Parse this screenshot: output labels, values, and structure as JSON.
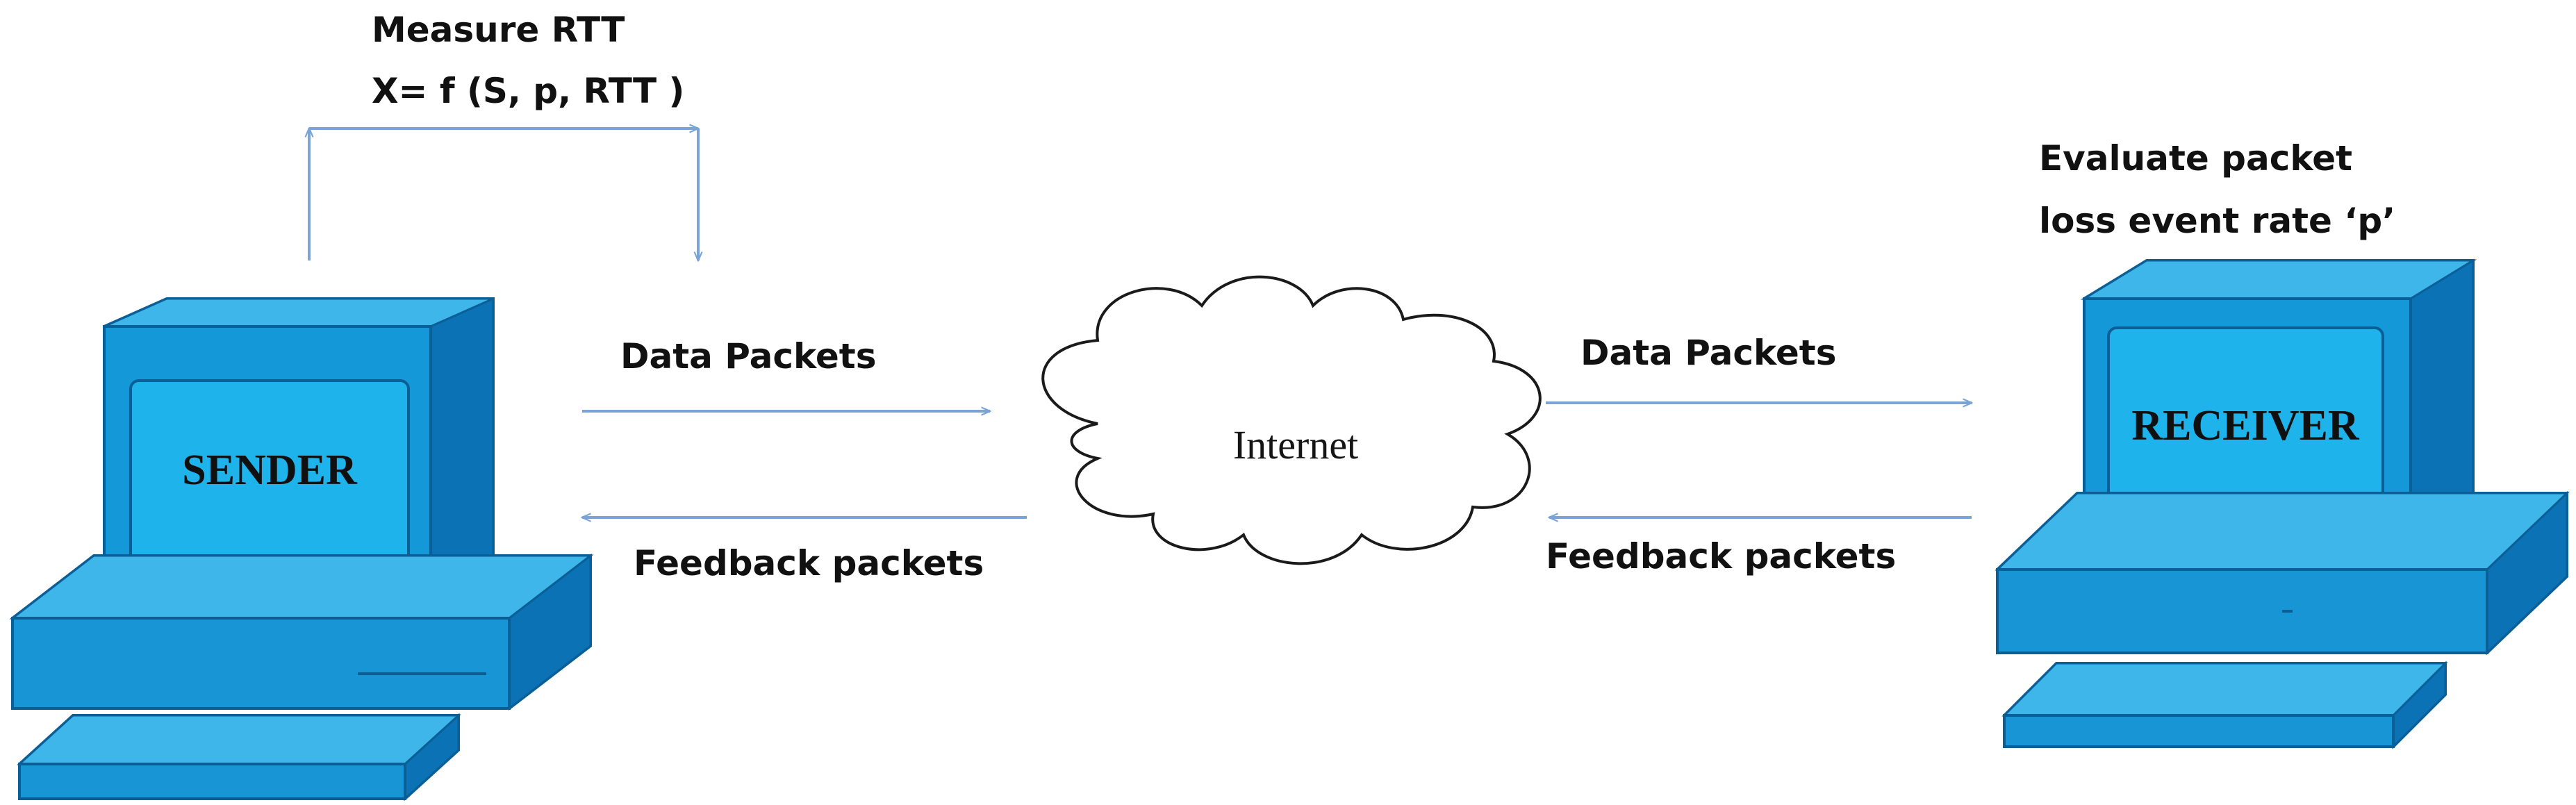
{
  "sender": {
    "label": "SENDER",
    "annotation_line1": "Measure RTT",
    "annotation_line2": "X= f (S, p, RTT )"
  },
  "receiver": {
    "label": "RECEIVER",
    "annotation_line1": "Evaluate packet",
    "annotation_line2": "loss event rate ‘p’"
  },
  "network": {
    "label": "Internet"
  },
  "links": {
    "left_data": "Data Packets",
    "left_feedback": "Feedback packets",
    "right_data": "Data Packets",
    "right_feedback": "Feedback packets"
  },
  "colors": {
    "computer_light": "#1ea3df",
    "computer_mid": "#0f86c8",
    "computer_dark": "#0a63a0",
    "screen": "#1fb3ec",
    "arrow": "#7aa3d6"
  }
}
